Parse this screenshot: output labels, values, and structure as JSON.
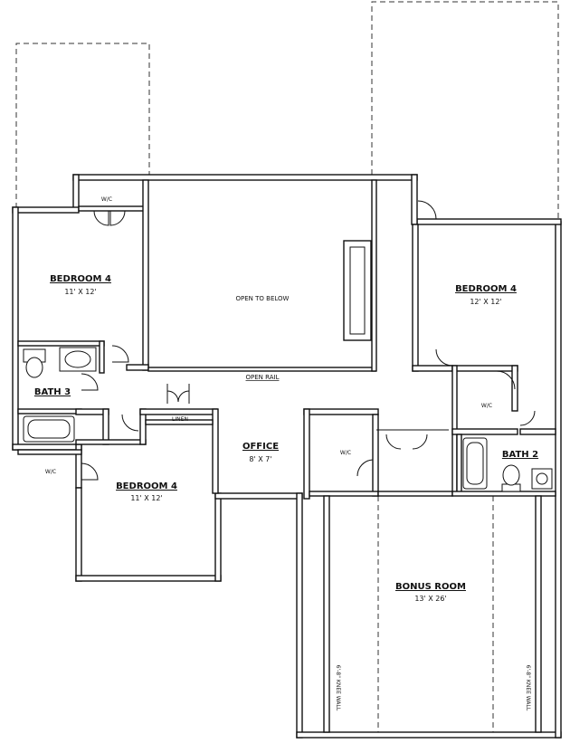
{
  "labels": {
    "bedroom_nw": "BEDROOM 4",
    "bedroom_nw_dim": "11' X 12'",
    "wic_nw": "W/C",
    "open_to_below": "OPEN TO BELOW",
    "open_rail": "OPEN RAIL",
    "bedroom_ne": "BEDROOM 4",
    "bedroom_ne_dim": "12' X 12'",
    "bath3": "BATH 3",
    "linen": "LINEN",
    "office": "OFFICE",
    "office_dim": "8' X 7'",
    "wic_center": "W/C",
    "wic_ne": "W/C",
    "bath2": "BATH 2",
    "wic_sw": "W/C",
    "bedroom_sw": "BEDROOM 4",
    "bedroom_sw_dim": "11' X 12'",
    "bonus": "BONUS ROOM",
    "bonus_dim": "13' X 26'",
    "knee_wall_left": "6'-8\" KNEE WALL",
    "knee_wall_right": "6'-8\" KNEE WALL"
  }
}
